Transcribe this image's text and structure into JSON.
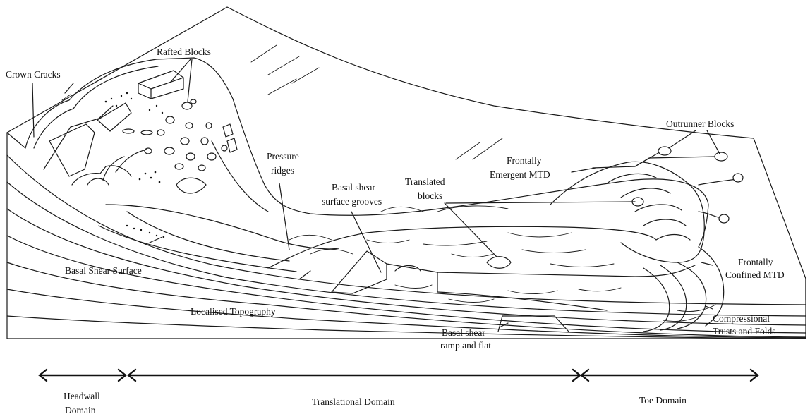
{
  "labels": {
    "crown_cracks": "Crown Cracks",
    "rafted_blocks": "Rafted Blocks",
    "pressure_ridges_1": "Pressure",
    "pressure_ridges_2": "ridges",
    "basal_grooves_1": "Basal shear",
    "basal_grooves_2": "surface grooves",
    "translated_blocks_1": "Translated",
    "translated_blocks_2": "blocks",
    "frontally_emergent_1": "Frontally",
    "frontally_emergent_2": "Emergent MTD",
    "outrunner_blocks": "Outrunner Blocks",
    "basal_shear_surface": "Basal Shear Surface",
    "localised_topography": "Localised Topography",
    "basal_ramp_1": "Basal shear",
    "basal_ramp_2": "ramp and flat",
    "frontally_confined_1": "Frontally",
    "frontally_confined_2": "Confined MTD",
    "compressional_1": "Compressional",
    "compressional_2": "Trusts and Folds"
  },
  "domains": {
    "headwall_1": "Headwall",
    "headwall_2": "Domain",
    "translational": "Translational Domain",
    "toe": "Toe Domain"
  }
}
